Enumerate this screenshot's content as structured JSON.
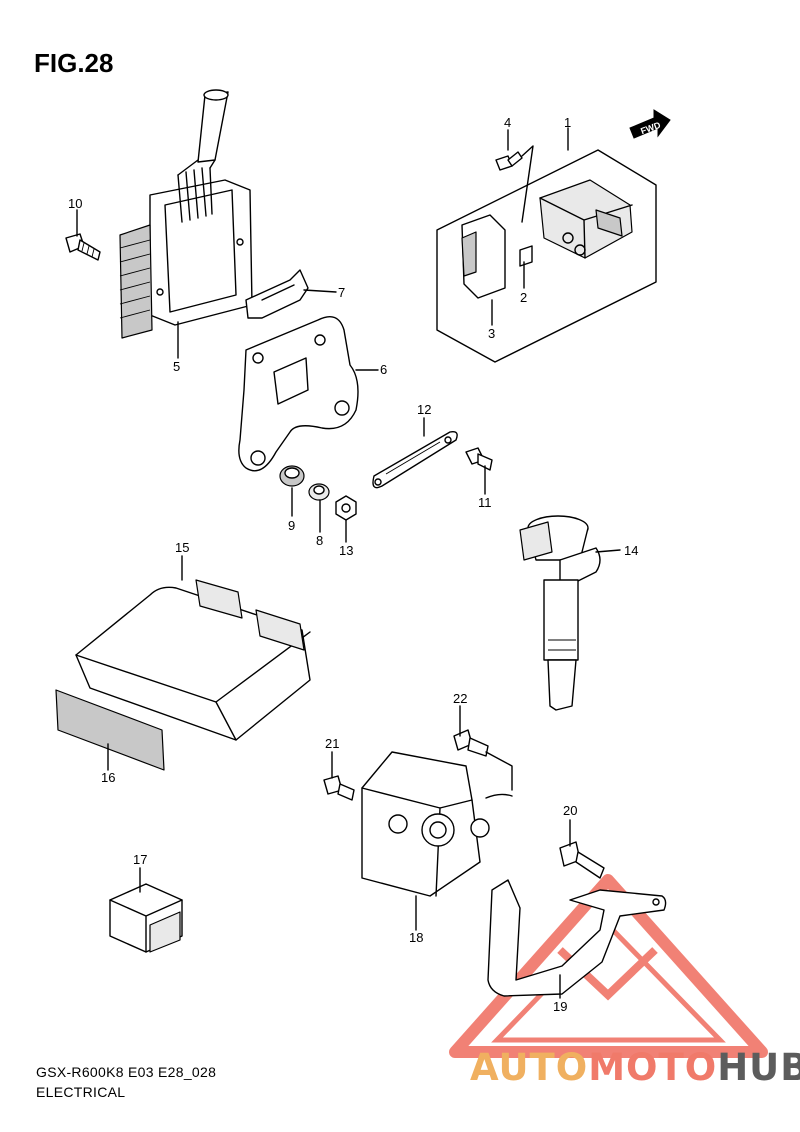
{
  "figure_title": "FIG.28",
  "footer": {
    "model_line": "GSX-R600K8 E03 E28_028",
    "section": "ELECTRICAL"
  },
  "watermark": {
    "part1": "AUTO",
    "part2": "MOTO",
    "part3": "HUB",
    "colors": {
      "auto": "#f0b060",
      "moto": "#f07a6a",
      "hub": "#5c5c5c",
      "triangle": "#ef6c5e"
    }
  },
  "fwd_label": "FWD",
  "callouts": {
    "n1": "1",
    "n2": "2",
    "n3": "3",
    "n4": "4",
    "n5": "5",
    "n6": "6",
    "n7": "7",
    "n8": "8",
    "n9": "9",
    "n10": "10",
    "n11": "11",
    "n12": "12",
    "n13": "13",
    "n14": "14",
    "n15": "15",
    "n16": "16",
    "n17": "17",
    "n18": "18",
    "n19": "19",
    "n20": "20",
    "n21": "21",
    "n22": "22"
  }
}
